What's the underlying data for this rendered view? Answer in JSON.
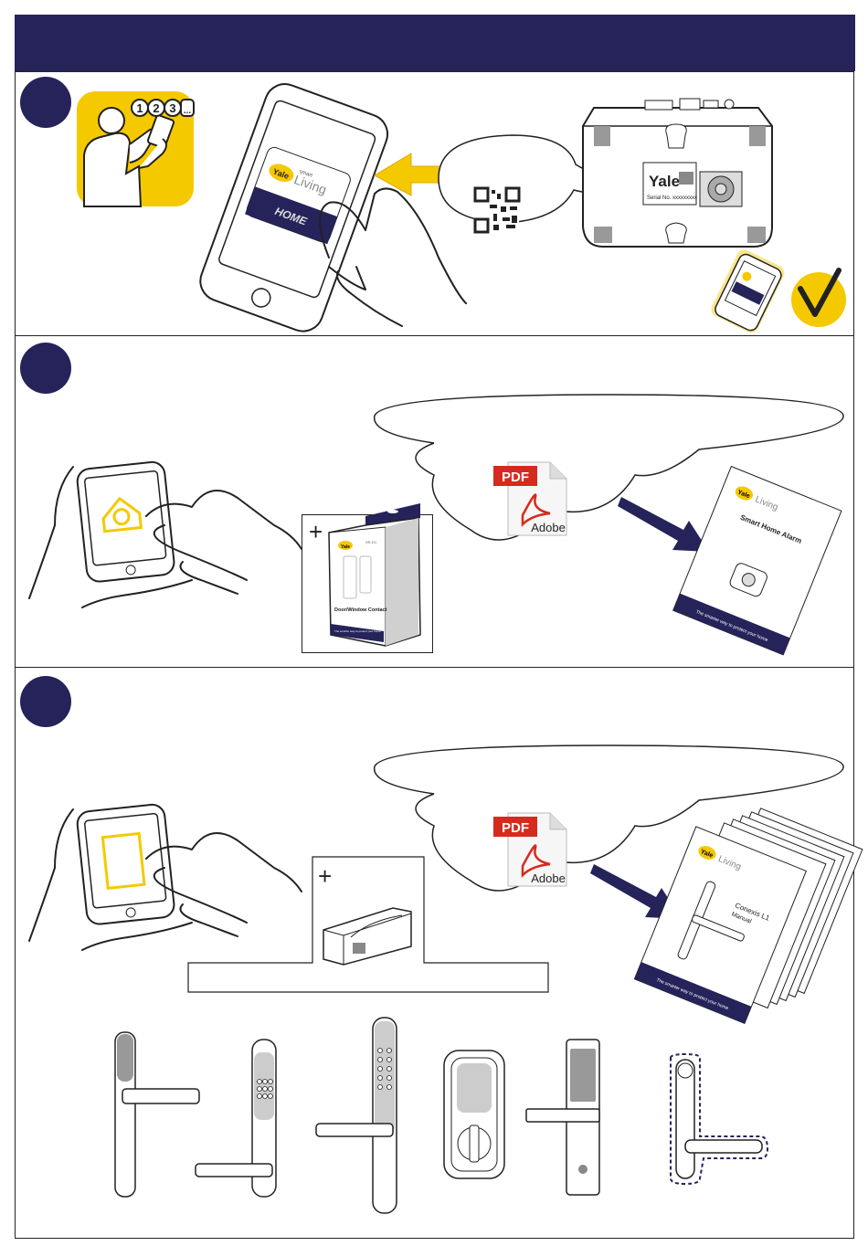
{
  "colors": {
    "navy": "#25235a",
    "yellow": "#f5c900",
    "pdf_red": "#d52b1e",
    "black": "#222222"
  },
  "step1": {
    "badge_icon": "step-circle",
    "instruction_icon": "person-entering-code-icon",
    "code_digits": [
      "1",
      "2",
      "3",
      "..."
    ],
    "app": {
      "brand_badge": "Yale",
      "brand_top": "smart",
      "brand_name": "Living",
      "button": "HOME"
    },
    "hub": {
      "brand": "Yale",
      "serial_label": "Serial No. xxxxxxxxx"
    },
    "done_icon": "checkmark-icon"
  },
  "step2": {
    "badge_icon": "step-circle",
    "plus": "+",
    "product": {
      "brand": "Yale",
      "model": "SR-DC",
      "title": "Door/Window Contact",
      "tagline": "The smarter way to protect your home"
    },
    "pdf": {
      "tag": "PDF",
      "label": "Adobe"
    },
    "manual": {
      "brand": "Yale",
      "title": "Smart Home Alarm",
      "tagline": "The smarter way to protect your home"
    }
  },
  "step3": {
    "badge_icon": "step-circle",
    "plus": "+",
    "module_icon": "smart-module-icon",
    "module_field": "",
    "pdf": {
      "tag": "PDF",
      "label": "Adobe"
    },
    "manual": {
      "brand": "Yale",
      "title": "Conexis L1",
      "subtitle": "Manual",
      "tagline": "The smarter way to protect your home"
    },
    "locks": [
      "conexis-l1-lock-icon",
      "keypad-lever-lock-icon",
      "keypad-long-lock-icon",
      "deadbolt-lock-icon",
      "rfid-lever-lock-icon",
      "dashed-lever-lock-icon"
    ]
  }
}
